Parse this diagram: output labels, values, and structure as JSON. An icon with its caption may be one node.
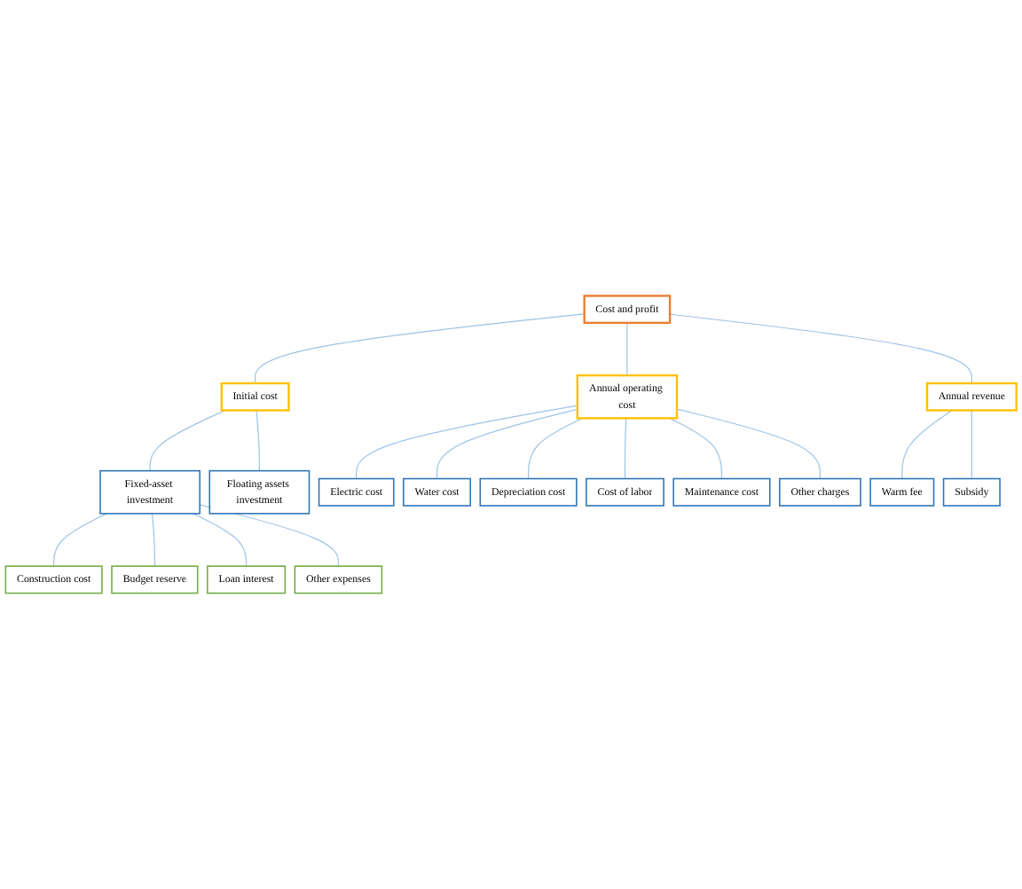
{
  "diagram": {
    "nodes": [
      {
        "text": [
          "Cost and profit"
        ]
      },
      {
        "text": [
          "Initial cost"
        ]
      },
      {
        "text": [
          "Annual operating cost"
        ]
      },
      {
        "text": [
          "Annual revenue"
        ]
      },
      {
        "text": [
          "Fixed-asset investment"
        ]
      },
      {
        "text": [
          "Floating assets investment"
        ]
      },
      {
        "text": [
          "Construction cost"
        ]
      },
      {
        "text": [
          "Budget reserve"
        ]
      },
      {
        "text": [
          "Loan interest"
        ]
      },
      {
        "text": [
          "Other expenses"
        ]
      },
      {
        "text": [
          "Electric cost"
        ]
      },
      {
        "text": [
          "Water cost"
        ]
      },
      {
        "text": [
          "Depreciation cost"
        ]
      },
      {
        "text": [
          "Cost of labor"
        ]
      },
      {
        "text": [
          "Maintenance cost"
        ]
      },
      {
        "text": [
          "Other charges"
        ]
      },
      {
        "text": [
          "Warm fee"
        ]
      },
      {
        "text": [
          "Subsidy"
        ]
      }
    ],
    "edges": [
      {
        "from": 0,
        "to": 1,
        "arrow": "none"
      },
      {
        "from": 0,
        "to": 2,
        "arrow": "none"
      },
      {
        "from": 0,
        "to": 3,
        "arrow": "none"
      },
      {
        "from": 1,
        "to": 4,
        "arrow": "none"
      },
      {
        "from": 1,
        "to": 5,
        "arrow": "none"
      },
      {
        "from": 4,
        "to": 6,
        "arrow": "none"
      },
      {
        "from": 4,
        "to": 7,
        "arrow": "none"
      },
      {
        "from": 4,
        "to": 8,
        "arrow": "none"
      },
      {
        "from": 4,
        "to": 9,
        "arrow": "none"
      },
      {
        "from": 2,
        "to": 10,
        "arrow": "none"
      },
      {
        "from": 2,
        "to": 11,
        "arrow": "none"
      },
      {
        "from": 2,
        "to": 12,
        "arrow": "none"
      },
      {
        "from": 2,
        "to": 13,
        "arrow": "none"
      },
      {
        "from": 2,
        "to": 14,
        "arrow": "none"
      },
      {
        "from": 2,
        "to": 15,
        "arrow": "none"
      },
      {
        "from": 3,
        "to": 16,
        "arrow": "none"
      },
      {
        "from": 3,
        "to": 17,
        "arrow": "none"
      }
    ]
  }
}
